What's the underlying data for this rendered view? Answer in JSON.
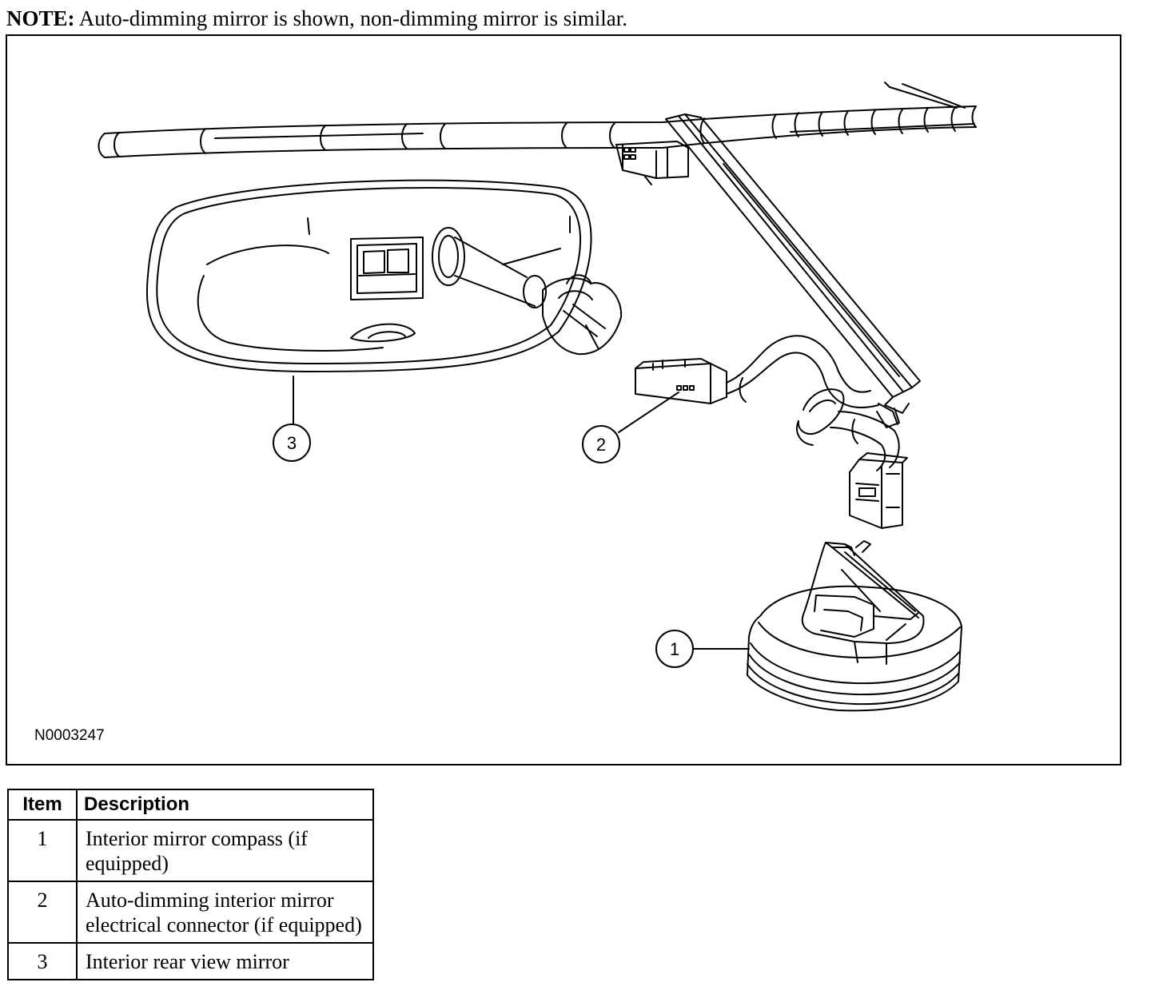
{
  "note": {
    "label": "NOTE:",
    "text": "Auto-dimming mirror is shown, non-dimming mirror is similar."
  },
  "figure": {
    "id": "N0003247",
    "callouts": [
      "1",
      "2",
      "3"
    ]
  },
  "table": {
    "headers": [
      "Item",
      "Description"
    ],
    "rows": [
      {
        "item": "1",
        "description": "Interior mirror compass (if equipped)"
      },
      {
        "item": "2",
        "description": "Auto-dimming interior mirror electrical connector (if equipped)"
      },
      {
        "item": "3",
        "description": "Interior rear view mirror"
      }
    ]
  }
}
